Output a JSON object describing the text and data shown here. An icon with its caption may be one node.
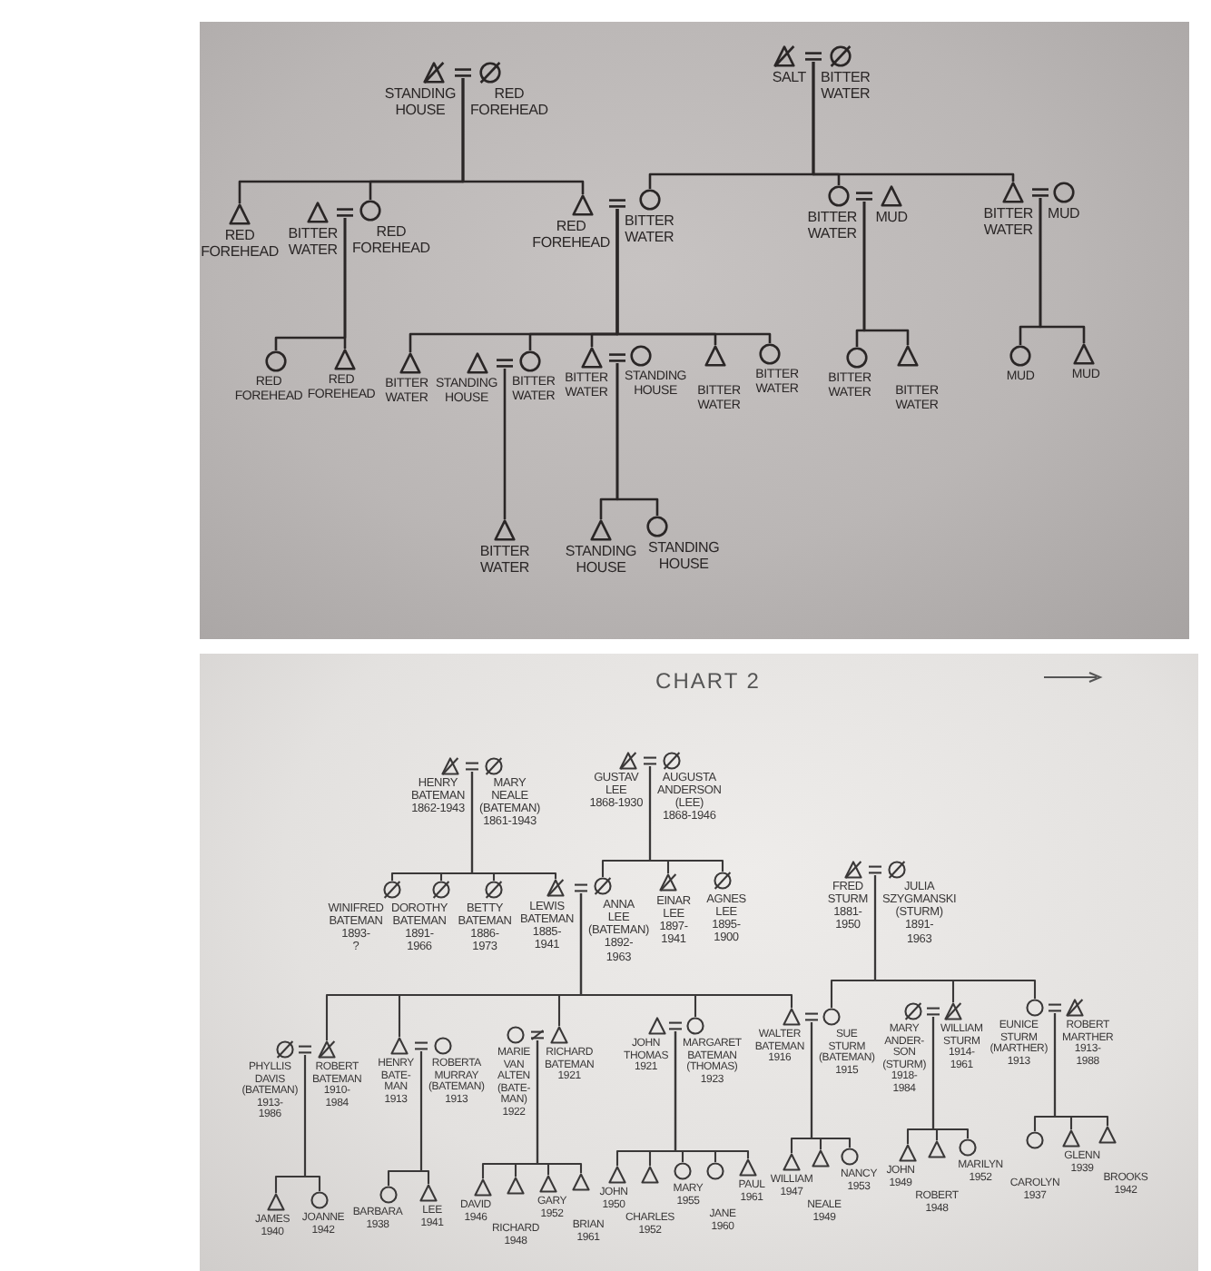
{
  "diagram": {
    "nodes": [
      {
        "text": [],
        "shape": "crossed-triangle",
        "beside": [
          "STANDING HOUSE"
        ]
      },
      {
        "text": [],
        "shape": "equals"
      },
      {
        "text": [],
        "shape": "crossed-circle",
        "beside": [
          "RED FOREHEAD"
        ]
      },
      {
        "text": [],
        "shape": "crossed-triangle",
        "beside": [
          "SALT"
        ]
      },
      {
        "text": [],
        "shape": "equals"
      },
      {
        "text": [],
        "shape": "crossed-circle",
        "beside": [
          "BITTER WATER"
        ]
      },
      {
        "text": [],
        "shape": "triangle",
        "beside": [
          "RED FOREHEAD"
        ]
      },
      {
        "text": [],
        "shape": "triangle",
        "beside": [
          "BITTER WATER"
        ]
      },
      {
        "text": [],
        "shape": "equals"
      },
      {
        "text": [],
        "shape": "circle",
        "beside": [
          "RED FOREHEAD"
        ]
      },
      {
        "text": [],
        "shape": "triangle",
        "beside": [
          "RED FOREHEAD"
        ]
      },
      {
        "text": [],
        "shape": "equals"
      },
      {
        "text": [],
        "shape": "circle",
        "beside": [
          "BITTER WATER"
        ]
      },
      {
        "text": [],
        "shape": "circle",
        "beside": [
          "BITTER WATER"
        ]
      },
      {
        "text": [],
        "shape": "equals"
      },
      {
        "text": [],
        "shape": "triangle",
        "beside": [
          "MUD"
        ]
      },
      {
        "text": [],
        "shape": "triangle",
        "beside": [
          "BITTER WATER"
        ]
      },
      {
        "text": [],
        "shape": "equals"
      },
      {
        "text": [],
        "shape": "circle",
        "beside": [
          "MUD"
        ]
      },
      {
        "text": [],
        "shape": "circle",
        "beside": [
          "RED FOREHEAD"
        ]
      },
      {
        "text": [],
        "shape": "triangle",
        "beside": [
          "RED FOREHEAD"
        ]
      },
      {
        "text": [],
        "shape": "triangle",
        "beside": [
          "BITTER WATER"
        ]
      },
      {
        "text": [],
        "shape": "triangle",
        "beside": [
          "STANDING HOUSE"
        ]
      },
      {
        "text": [],
        "shape": "equals"
      },
      {
        "text": [],
        "shape": "circle",
        "beside": [
          "BITTER WATER"
        ]
      },
      {
        "text": [],
        "shape": "triangle",
        "beside": [
          "BITTER WATER"
        ]
      },
      {
        "text": [],
        "shape": "equals"
      },
      {
        "text": [],
        "shape": "circle",
        "beside": [
          "STANDING HOUSE"
        ]
      },
      {
        "text": [],
        "shape": "triangle",
        "beside": [
          "BITTER WATER"
        ]
      },
      {
        "text": [],
        "shape": "circle",
        "beside": [
          "BITTER WATER"
        ]
      },
      {
        "text": [],
        "shape": "circle",
        "beside": [
          "BITTER WATER"
        ]
      },
      {
        "text": [],
        "shape": "triangle",
        "beside": [
          "BITTER WATER"
        ]
      },
      {
        "text": [],
        "shape": "circle",
        "beside": [
          "MUD"
        ]
      },
      {
        "text": [],
        "shape": "triangle",
        "beside": [
          "MUD"
        ]
      },
      {
        "text": [],
        "shape": "triangle",
        "beside": [
          "BITTER WATER"
        ]
      },
      {
        "text": [],
        "shape": "triangle",
        "beside": [
          "STANDING HOUSE"
        ]
      },
      {
        "text": [],
        "shape": "circle",
        "beside": [
          "STANDING HOUSE"
        ]
      },
      {
        "text": [],
        "shape": "crossed-triangle",
        "beside": [
          "HENRY BATEMAN 1862-1943"
        ]
      },
      {
        "text": [],
        "shape": "equals"
      },
      {
        "text": [],
        "shape": "crossed-circle",
        "beside": [
          "MARY NEALE (BATEMAN) 1861-1943"
        ]
      },
      {
        "text": [],
        "shape": "crossed-triangle",
        "beside": [
          "GUSTAV LEE 1868-1930"
        ]
      },
      {
        "text": [],
        "shape": "equals"
      },
      {
        "text": [],
        "shape": "crossed-circle",
        "beside": [
          "AUGUSTA ANDERSON (LEE) 1868-1946"
        ]
      },
      {
        "text": [],
        "shape": "crossed-triangle",
        "beside": [
          "FRED STURM 1881- 1950"
        ]
      },
      {
        "text": [],
        "shape": "equals"
      },
      {
        "text": [],
        "shape": "crossed-circle",
        "beside": [
          "JULIA SZYGMANSKI (STURM) 1891- 1963"
        ]
      },
      {
        "text": [],
        "shape": "crossed-circle",
        "beside": [
          "WINIFRED BATEMAN 1893- ?"
        ]
      },
      {
        "text": [],
        "shape": "crossed-circle",
        "beside": [
          "DOROTHY BATEMAN 1891- 1966"
        ]
      },
      {
        "text": [],
        "shape": "crossed-circle",
        "beside": [
          "BETTY BATEMAN 1886- 1973"
        ]
      },
      {
        "text": [],
        "shape": "crossed-triangle",
        "beside": [
          "LEWIS BATEMAN 1885- 1941"
        ]
      },
      {
        "text": [],
        "shape": "equals"
      },
      {
        "text": [],
        "shape": "crossed-circle",
        "beside": [
          "ANNA LEE (BATEMAN) 1892- 1963"
        ]
      },
      {
        "text": [],
        "shape": "crossed-triangle",
        "beside": [
          "EINAR LEE 1897- 1941"
        ]
      },
      {
        "text": [],
        "shape": "crossed-circle",
        "beside": [
          "AGNES LEE 1895- 1900"
        ]
      },
      {
        "text": [],
        "shape": "crossed-circle",
        "beside": [
          "PHYLLIS DAVIS (BATEMAN) 1913- 1986"
        ]
      },
      {
        "text": [],
        "shape": "equals"
      },
      {
        "text": [],
        "shape": "crossed-triangle",
        "beside": [
          "ROBERT BATEMAN 1910- 1984"
        ]
      },
      {
        "text": [],
        "shape": "triangle",
        "beside": [
          "HENRY BATE- MAN 1913"
        ]
      },
      {
        "text": [],
        "shape": "equals"
      },
      {
        "text": [],
        "shape": "circle",
        "beside": [
          "ROBERTA MURRAY (BATEMAN) 1913"
        ]
      },
      {
        "text": [],
        "shape": "circle",
        "beside": [
          "MARIE VAN ALTEN (BATE- MAN) 1922"
        ]
      },
      {
        "text": [],
        "shape": "not-equal"
      },
      {
        "text": [],
        "shape": "triangle",
        "beside": [
          "RICHARD BATEMAN 1921"
        ]
      },
      {
        "text": [],
        "shape": "triangle",
        "beside": [
          "JOHN THOMAS 1921"
        ]
      },
      {
        "text": [],
        "shape": "equals"
      },
      {
        "text": [],
        "shape": "circle",
        "beside": [
          "MARGARET BATEMAN (THOMAS) 1923"
        ]
      },
      {
        "text": [],
        "shape": "triangle",
        "beside": [
          "WALTER BATEMAN 1916"
        ]
      },
      {
        "text": [],
        "shape": "equals"
      },
      {
        "text": [],
        "shape": "circle",
        "beside": [
          "SUE STURM (BATEMAN) 1915"
        ]
      },
      {
        "text": [],
        "shape": "crossed-circle",
        "beside": [
          "MARY ANDER- SON (STURM) 1918- 1984"
        ]
      },
      {
        "text": [],
        "shape": "equals"
      },
      {
        "text": [],
        "shape": "crossed-triangle",
        "beside": [
          "WILLIAM STURM 1914- 1961"
        ]
      },
      {
        "text": [],
        "shape": "circle",
        "beside": [
          "EUNICE STURM (MARTHER) 1913"
        ]
      },
      {
        "text": [],
        "shape": "equals"
      },
      {
        "text": [],
        "shape": "crossed-triangle",
        "beside": [
          "ROBERT MARTHER 1913- 1988"
        ]
      },
      {
        "text": [],
        "shape": "triangle",
        "beside": [
          "JAMES 1940"
        ]
      },
      {
        "text": [],
        "shape": "circle",
        "beside": [
          "JOANNE 1942"
        ]
      },
      {
        "text": [],
        "shape": "circle",
        "beside": [
          "BARBARA 1938"
        ]
      },
      {
        "text": [],
        "shape": "triangle",
        "beside": [
          "LEE 1941"
        ]
      },
      {
        "text": [],
        "shape": "triangle",
        "beside": [
          "DAVID 1946"
        ]
      },
      {
        "text": [],
        "shape": "triangle",
        "beside": [
          "RICHARD 1948"
        ]
      },
      {
        "text": [],
        "shape": "triangle",
        "beside": [
          "GARY 1952"
        ]
      },
      {
        "text": [],
        "shape": "triangle",
        "beside": [
          "BRIAN 1961"
        ]
      },
      {
        "text": [],
        "shape": "triangle",
        "beside": [
          "JOHN 1950"
        ]
      },
      {
        "text": [],
        "shape": "triangle",
        "beside": [
          "CHARLES 1952"
        ]
      },
      {
        "text": [],
        "shape": "circle",
        "beside": [
          "MARY 1955"
        ]
      },
      {
        "text": [],
        "shape": "circle",
        "beside": [
          "JANE 1960"
        ]
      },
      {
        "text": [],
        "shape": "triangle",
        "beside": [
          "PAUL 1961"
        ]
      },
      {
        "text": [],
        "shape": "triangle",
        "beside": [
          "WILLIAM 1947"
        ]
      },
      {
        "text": [],
        "shape": "triangle",
        "beside": [
          "NEALE 1949"
        ]
      },
      {
        "text": [],
        "shape": "circle",
        "beside": [
          "NANCY 1953"
        ]
      },
      {
        "text": [],
        "shape": "triangle",
        "beside": [
          "JOHN 1949"
        ]
      },
      {
        "text": [],
        "shape": "triangle",
        "beside": [
          "ROBERT 1948"
        ]
      },
      {
        "text": [],
        "shape": "circle",
        "beside": [
          "MARILYN 1952"
        ]
      },
      {
        "text": [],
        "shape": "circle",
        "beside": [
          "CAROLYN 1937"
        ]
      },
      {
        "text": [],
        "shape": "triangle",
        "beside": [
          "GLENN 1939"
        ]
      },
      {
        "text": [],
        "shape": "triangle",
        "beside": [
          "BROOKS 1942"
        ]
      }
    ],
    "edges": [
      {
        "from": 1,
        "to": 6,
        "arrow": "none"
      },
      {
        "from": 1,
        "to": 9,
        "arrow": "none"
      },
      {
        "from": 1,
        "to": 10,
        "arrow": "none"
      },
      {
        "from": 4,
        "to": 12,
        "arrow": "none"
      },
      {
        "from": 4,
        "to": 13,
        "arrow": "none"
      },
      {
        "from": 4,
        "to": 16,
        "arrow": "none"
      },
      {
        "from": 8,
        "to": 19,
        "arrow": "none"
      },
      {
        "from": 8,
        "to": 20,
        "arrow": "none"
      },
      {
        "from": 11,
        "to": 21,
        "arrow": "none"
      },
      {
        "from": 11,
        "to": 24,
        "arrow": "none"
      },
      {
        "from": 11,
        "to": 25,
        "arrow": "none"
      },
      {
        "from": 11,
        "to": 28,
        "arrow": "none"
      },
      {
        "from": 11,
        "to": 29,
        "arrow": "none"
      },
      {
        "from": 14,
        "to": 30,
        "arrow": "none"
      },
      {
        "from": 14,
        "to": 31,
        "arrow": "none"
      },
      {
        "from": 17,
        "to": 32,
        "arrow": "none"
      },
      {
        "from": 17,
        "to": 33,
        "arrow": "none"
      },
      {
        "from": 23,
        "to": 34,
        "arrow": "none"
      },
      {
        "from": 26,
        "to": 35,
        "arrow": "none"
      },
      {
        "from": 26,
        "to": 36,
        "arrow": "none"
      },
      {
        "from": 38,
        "to": 46,
        "arrow": "none"
      },
      {
        "from": 38,
        "to": 47,
        "arrow": "none"
      },
      {
        "from": 38,
        "to": 48,
        "arrow": "none"
      },
      {
        "from": 38,
        "to": 49,
        "arrow": "none"
      },
      {
        "from": 41,
        "to": 51,
        "arrow": "none"
      },
      {
        "from": 41,
        "to": 52,
        "arrow": "none"
      },
      {
        "from": 41,
        "to": 53,
        "arrow": "none"
      },
      {
        "from": 44,
        "to": 68,
        "arrow": "none"
      },
      {
        "from": 44,
        "to": 71,
        "arrow": "none"
      },
      {
        "from": 44,
        "to": 72,
        "arrow": "none"
      },
      {
        "from": 50,
        "to": 56,
        "arrow": "none"
      },
      {
        "from": 50,
        "to": 57,
        "arrow": "none"
      },
      {
        "from": 50,
        "to": 62,
        "arrow": "none"
      },
      {
        "from": 50,
        "to": 65,
        "arrow": "none"
      },
      {
        "from": 50,
        "to": 66,
        "arrow": "none"
      },
      {
        "from": 55,
        "to": 75,
        "arrow": "none"
      },
      {
        "from": 55,
        "to": 76,
        "arrow": "none"
      },
      {
        "from": 58,
        "to": 77,
        "arrow": "none"
      },
      {
        "from": 58,
        "to": 78,
        "arrow": "none"
      },
      {
        "from": 61,
        "to": 79,
        "arrow": "none"
      },
      {
        "from": 61,
        "to": 80,
        "arrow": "none"
      },
      {
        "from": 61,
        "to": 81,
        "arrow": "none"
      },
      {
        "from": 61,
        "to": 82,
        "arrow": "none"
      },
      {
        "from": 64,
        "to": 83,
        "arrow": "none"
      },
      {
        "from": 64,
        "to": 84,
        "arrow": "none"
      },
      {
        "from": 64,
        "to": 85,
        "arrow": "none"
      },
      {
        "from": 64,
        "to": 86,
        "arrow": "none"
      },
      {
        "from": 64,
        "to": 87,
        "arrow": "none"
      },
      {
        "from": 67,
        "to": 88,
        "arrow": "none"
      },
      {
        "from": 67,
        "to": 89,
        "arrow": "none"
      },
      {
        "from": 67,
        "to": 90,
        "arrow": "none"
      },
      {
        "from": 70,
        "to": 91,
        "arrow": "none"
      },
      {
        "from": 70,
        "to": 92,
        "arrow": "none"
      },
      {
        "from": 70,
        "to": 93,
        "arrow": "none"
      },
      {
        "from": 73,
        "to": 94,
        "arrow": "none"
      },
      {
        "from": 73,
        "to": 95,
        "arrow": "none"
      },
      {
        "from": 73,
        "to": 96,
        "arrow": "none"
      }
    ],
    "labels": [
      "CHART 2"
    ]
  }
}
